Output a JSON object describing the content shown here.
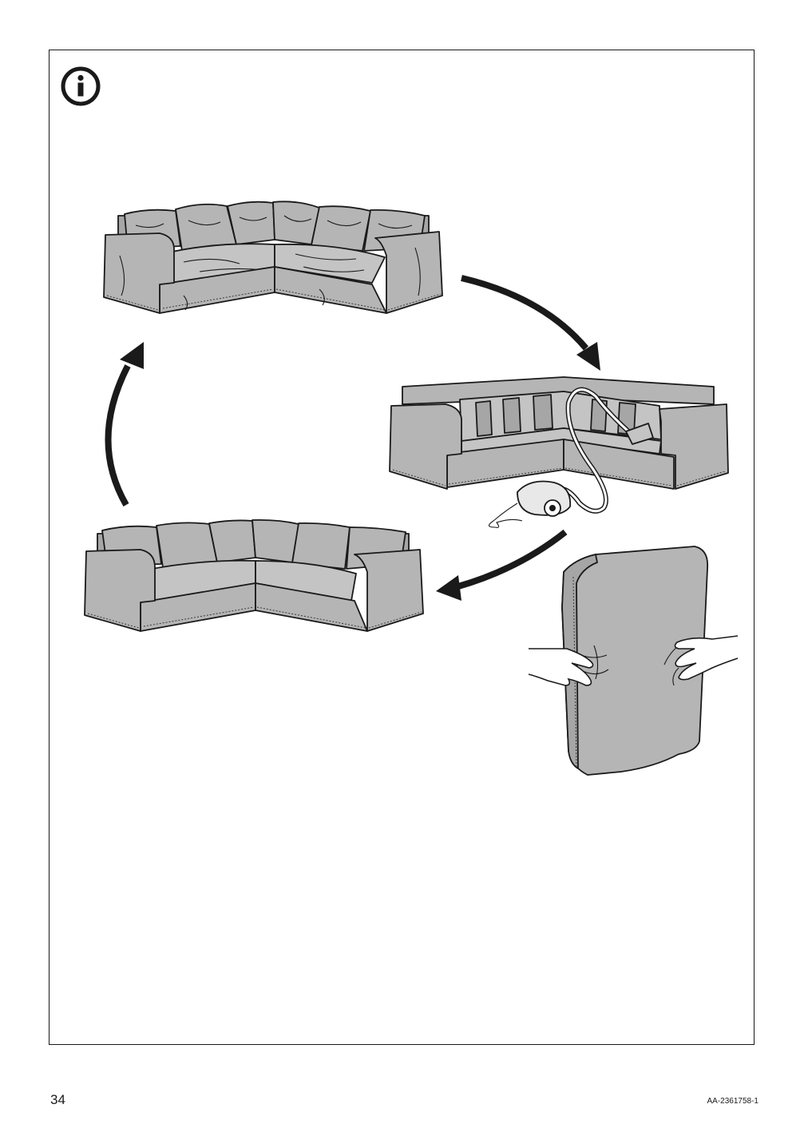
{
  "page": {
    "number": "34",
    "doc_code": "AA-2361758-1"
  },
  "icons": {
    "info": "info-circle-icon"
  },
  "steps": [
    {
      "id": "sofa-with-wrinkled-covers",
      "icon": "sofa-icon"
    },
    {
      "id": "sofa-vacuumed",
      "icon": "vacuum-cleaner-icon"
    },
    {
      "id": "cushion-smoothed-by-hands",
      "icon": "hands-icon"
    },
    {
      "id": "sofa-with-smooth-covers",
      "icon": "sofa-icon"
    }
  ],
  "colors": {
    "line": "#1a1a1a",
    "fill": "#b5b5b5",
    "background": "#ffffff"
  }
}
